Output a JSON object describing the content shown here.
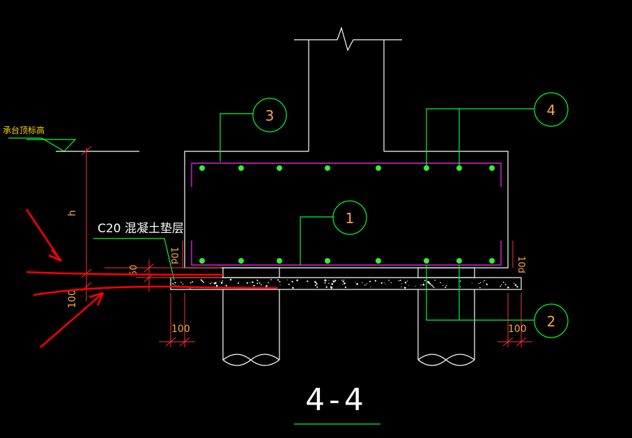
{
  "drawing": {
    "section_title": "4-4",
    "elevation_label": "承台顶标高",
    "height_label": "h",
    "cushion_label": "C20 混凝土垫层",
    "dim_100_left": "100",
    "dim_100_right": "100",
    "dim_100_vertical": "100",
    "dim_50": "50",
    "dim_10d_left": "10d",
    "dim_10d_right": "10d",
    "callouts": [
      "1",
      "2",
      "3",
      "4"
    ]
  },
  "colors": {
    "background": "#000000",
    "outline": "#ffffff",
    "leader": "#00ff33",
    "rebar": "#e020e0",
    "dimension": "#ff3333",
    "annotation_arrow": "#ff0000"
  }
}
